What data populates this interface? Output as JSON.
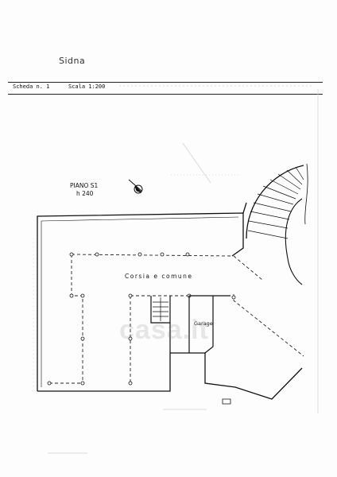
{
  "document": {
    "top_mark": "Sidna",
    "header": {
      "scheda": "Scheda n. 1",
      "scala": "Scala 1:200"
    },
    "plan": {
      "floor_name": "PIANO S1",
      "floor_height": "h 240",
      "corridor_label": "Corsia e comune",
      "garage_label": "Garage"
    },
    "watermark": "casa.it"
  }
}
